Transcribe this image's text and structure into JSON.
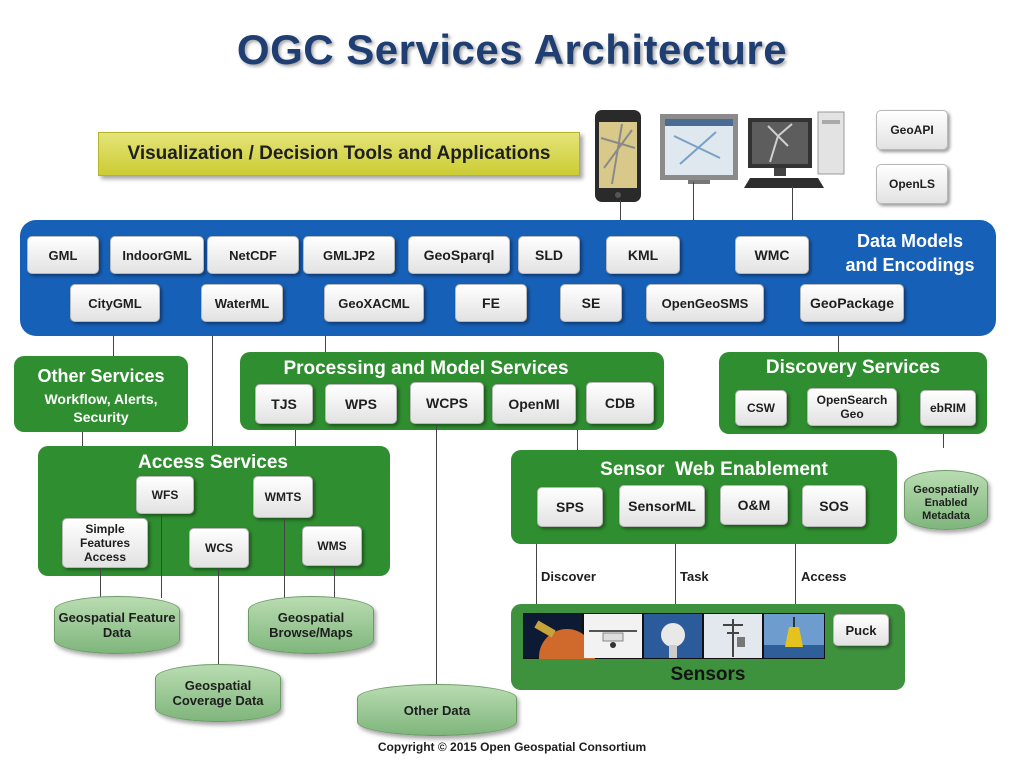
{
  "title": "OGC Services Architecture",
  "viz_bar": "Visualization / Decision Tools and Applications",
  "geoapi": "GeoAPI",
  "openls": "OpenLS",
  "data_models": {
    "label_line1": "Data Models",
    "label_line2": "and Encodings",
    "items": [
      "GML",
      "IndoorGML",
      "NetCDF",
      "GMLJP2",
      "GeoSparql",
      "SLD",
      "KML",
      "WMC",
      "CityGML",
      "WaterML",
      "GeoXACML",
      "FE",
      "SE",
      "OpenGeoSMS",
      "GeoPackage"
    ]
  },
  "other_services": {
    "title": "Other Services",
    "sub": "Workflow, Alerts, Security"
  },
  "processing": {
    "title": "Processing and Model Services",
    "items": [
      "TJS",
      "WPS",
      "WCPS",
      "OpenMI",
      "CDB"
    ]
  },
  "discovery": {
    "title": "Discovery Services",
    "items": [
      "CSW",
      "OpenSearch Geo",
      "ebRIM"
    ]
  },
  "geo_metadata": "Geospatially Enabled Metadata",
  "access": {
    "title": "Access Services",
    "items": [
      "WFS",
      "WMTS",
      "Simple Features Access",
      "WCS",
      "WMS"
    ]
  },
  "sensor_web": {
    "title": "Sensor  Web Enablement",
    "items": [
      "SPS",
      "SensorML",
      "O&M",
      "SOS"
    ]
  },
  "sensor_links": [
    "Discover",
    "Task",
    "Access"
  ],
  "sensors": {
    "title": "Sensors",
    "puck": "Puck"
  },
  "stores": {
    "feature": "Geospatial Feature Data",
    "browse": "Geospatial Browse/Maps",
    "coverage": "Geospatial Coverage Data",
    "other": "Other Data"
  },
  "copyright": "Copyright © 2015 Open Geospatial Consortium"
}
